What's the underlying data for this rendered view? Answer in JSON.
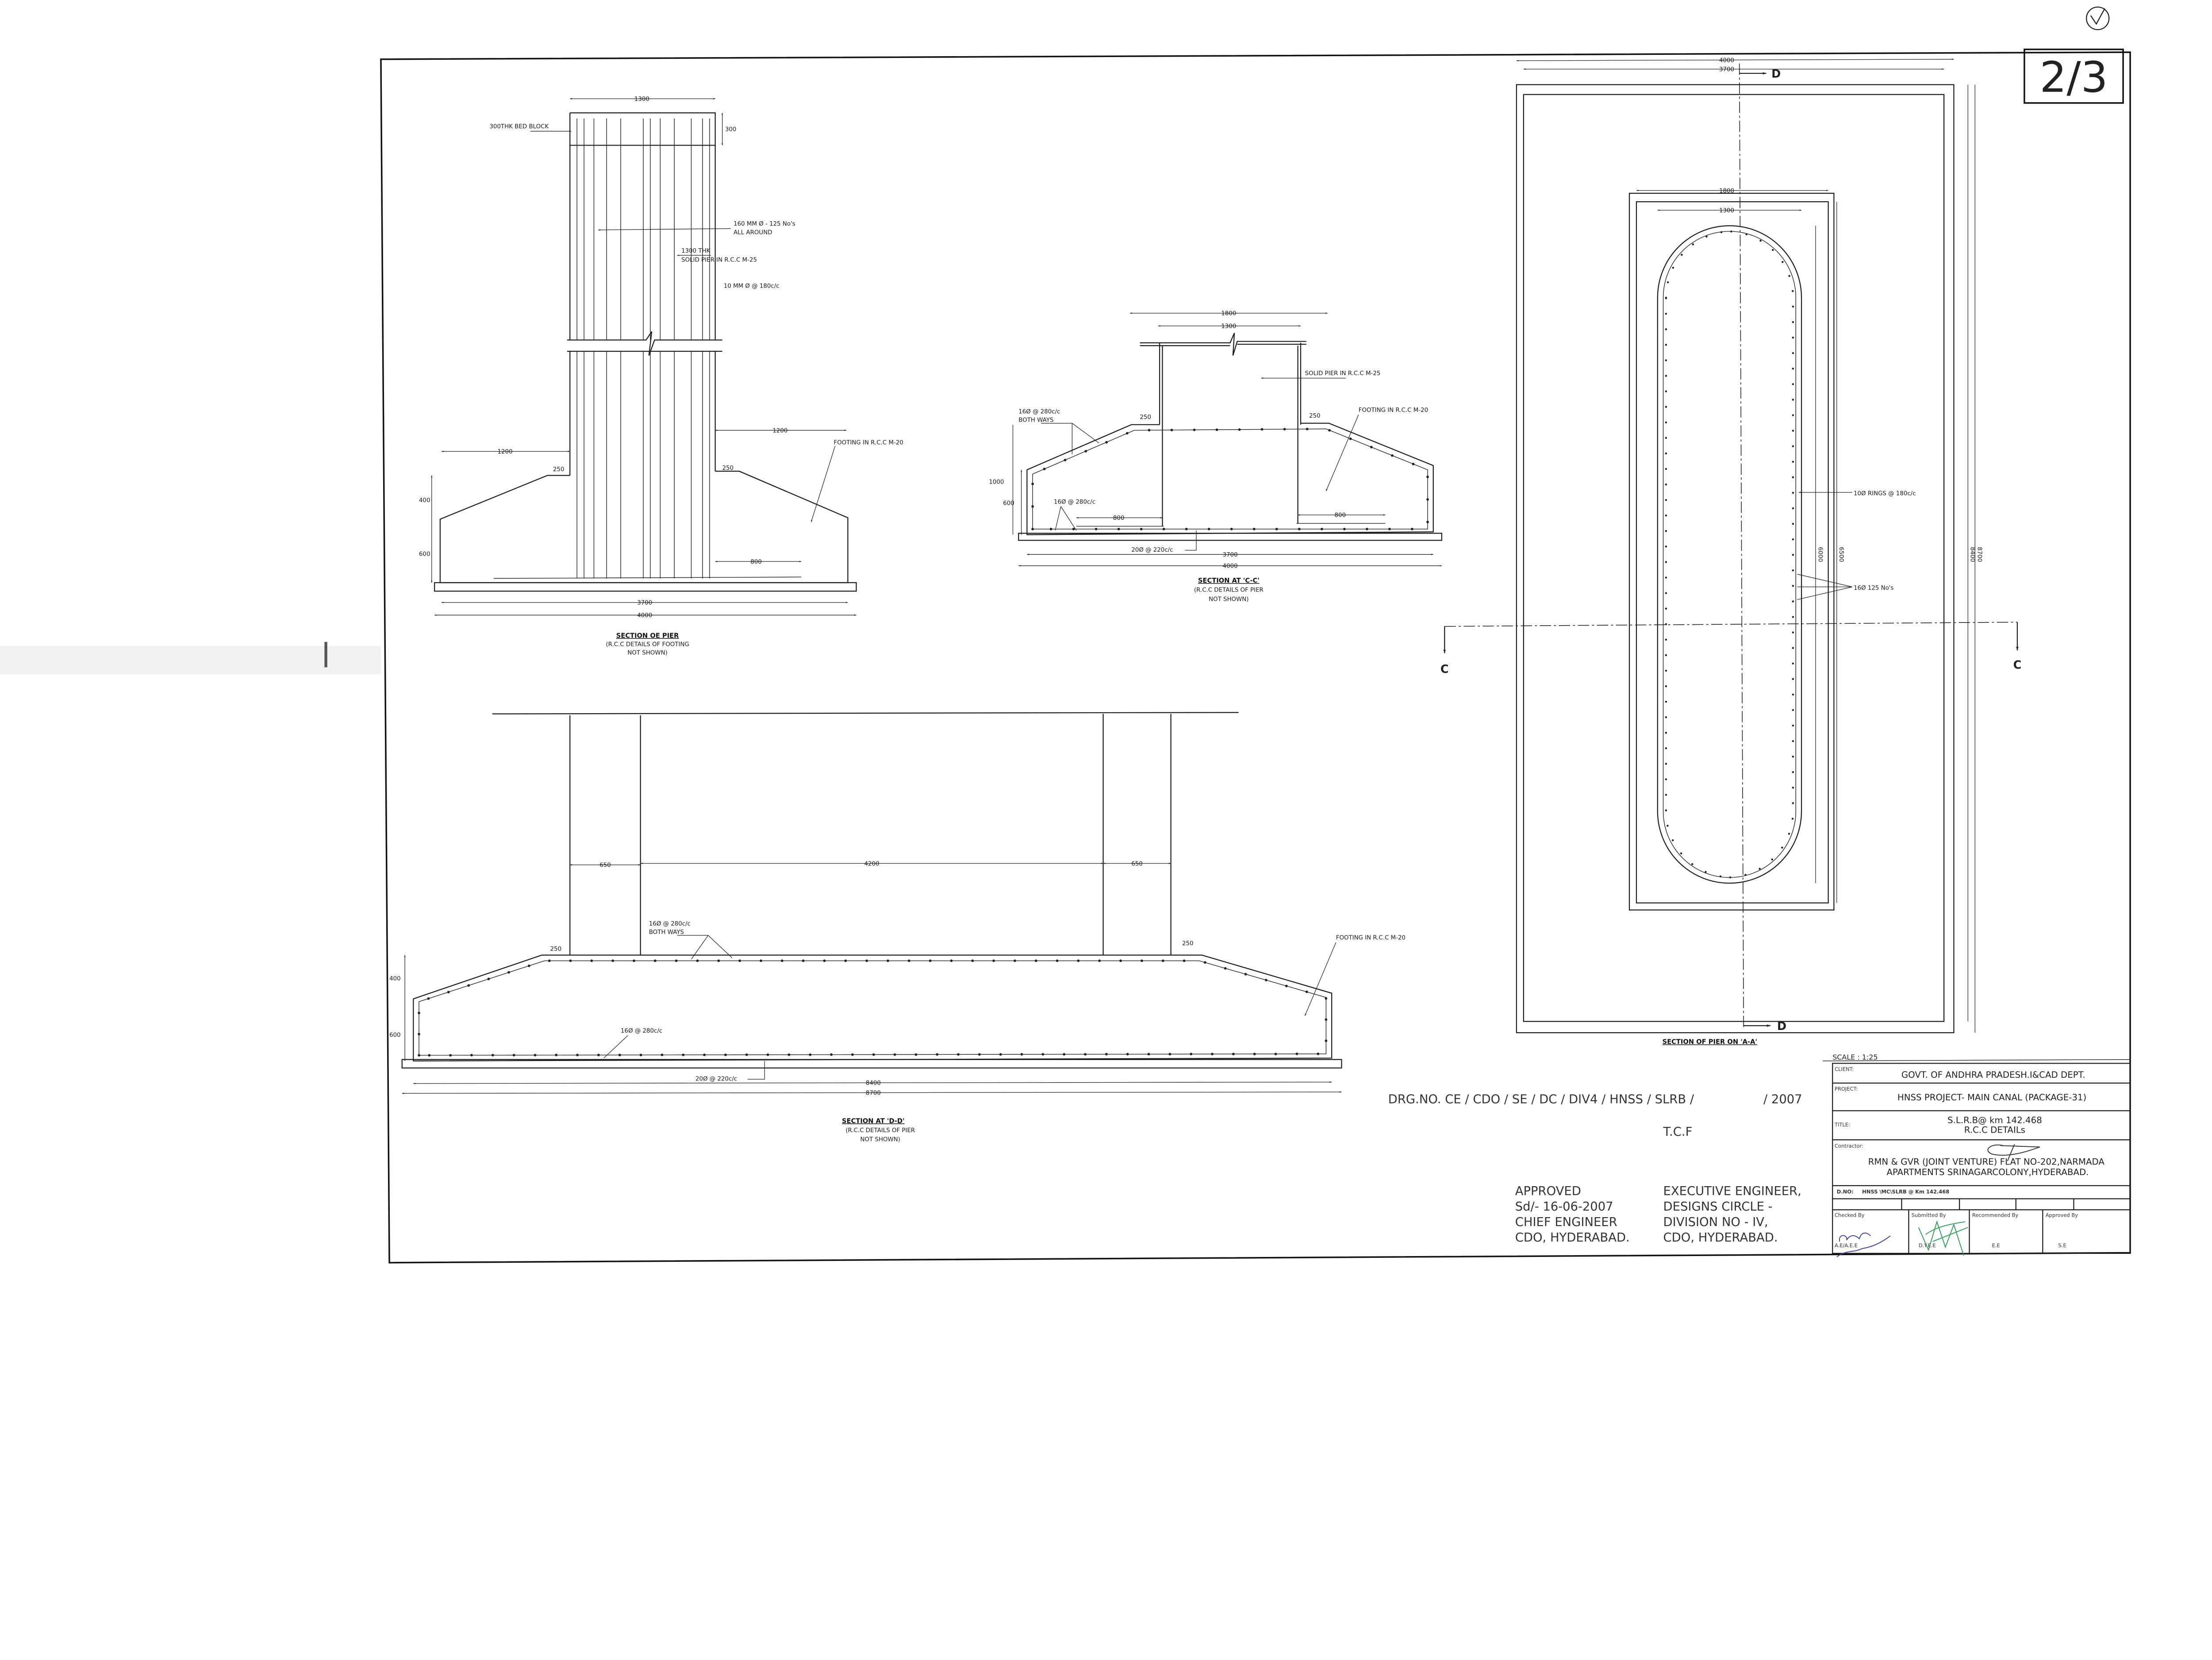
{
  "sheet": {
    "page_number": "2/3"
  },
  "pier_section": {
    "title": "SECTION OE PIER",
    "note_line1": "(R.C.C DETAILS OF FOOTING",
    "note_line2": "NOT SHOWN)",
    "labels": {
      "bed_block": "300THK BED BLOCK",
      "main_bars_1": "160 MM Ø - 125 No's",
      "main_bars_2": "ALL AROUND",
      "pier_1": "1300 THK",
      "pier_2": "SOLID PIER IN R.C.C M-25",
      "ties": "10 MM Ø @ 180c/c",
      "footing": "FOOTING IN R.C.C M-20"
    },
    "dims": {
      "top": "1300",
      "bed": "300",
      "left_proj": "1200",
      "right_proj": "1200",
      "left_off": "250",
      "right_off": "250",
      "h_upper": "400",
      "h_lower": "600",
      "bar_len": "800",
      "inner": "3700",
      "outer": "4000"
    }
  },
  "section_cc": {
    "title": "SECTION AT 'C-C'",
    "note_line1": "(R.C.C DETAILS OF PIER",
    "note_line2": "NOT SHOWN)",
    "labels": {
      "pier": "SOLID PIER IN R.C.C M-25",
      "top_bars_1": "16Ø @ 280c/c",
      "top_bars_2": "BOTH WAYS",
      "footing": "FOOTING IN R.C.C M-20",
      "bottom_bars": "16Ø @ 280c/c",
      "base_bars": "20Ø @ 220c/c"
    },
    "dims": {
      "outer_top": "1800",
      "pier": "1300",
      "left_off": "250",
      "right_off": "250",
      "h_total": "1000",
      "h_lower": "600",
      "left_bar": "800",
      "right_bar": "800",
      "inner": "3700",
      "outer": "4000"
    }
  },
  "section_dd": {
    "title": "SECTION AT 'D-D'",
    "note_line1": "(R.C.C DETAILS OF PIER",
    "note_line2": "NOT SHOWN)",
    "labels": {
      "top_bars_1": "16Ø @ 280c/c",
      "top_bars_2": "BOTH WAYS",
      "footing": "FOOTING IN R.C.C M-20",
      "bottom_bars": "16Ø @ 280c/c",
      "base_bars": "20Ø @ 220c/c"
    },
    "dims": {
      "left_end": "650",
      "middle": "4200",
      "right_end": "650",
      "left_off": "250",
      "right_off": "250",
      "h_upper": "400",
      "h_lower": "600",
      "inner": "8400",
      "outer": "8700"
    }
  },
  "plan": {
    "title": "SECTION OF PIER ON 'A-A'",
    "cut_d": "D",
    "cut_c": "C",
    "labels": {
      "rings": "10Ø RINGS @ 180c/c",
      "bars": "16Ø 125 No's"
    },
    "dims": {
      "outer_w": "4000",
      "inner_w": "3700",
      "mid_w": "1800",
      "pier_w": "1300",
      "pier_l": "6000",
      "mid_l": "6500",
      "inner_l": "8400",
      "outer_l": "8700"
    }
  },
  "drawing_number": {
    "text": "DRG.NO. CE / CDO / SE / DC / DIV4 / HNSS / SLRB /",
    "year": "/ 2007",
    "tcf": "T.C.F"
  },
  "approval": {
    "left": [
      "APPROVED",
      "Sd/- 16-06-2007",
      "CHIEF ENGINEER",
      "CDO, HYDERABAD."
    ],
    "right": [
      "EXECUTIVE ENGINEER,",
      "DESIGNS CIRCLE -",
      "DIVISION NO - IV,",
      "CDO, HYDERABAD."
    ]
  },
  "title_block": {
    "scale": "SCALE : 1:25",
    "client_label": "CLIENT:",
    "client": "GOVT. OF ANDHRA PRADESH.I&CAD DEPT.",
    "project_label": "PROJECT:",
    "project": "HNSS PROJECT- MAIN CANAL (PACKAGE-31)",
    "title_label": "TITLE:",
    "title_line1": "S.L.R.B@ km 142.468",
    "title_line2": "R.C.C DETAILs",
    "contractor_label": "Contractor:",
    "contractor_line1": "RMN & GVR (JOINT VENTURE) FLAT NO-202,NARMADA",
    "contractor_line2": "APARTMENTS SRINAGARCOLONY,HYDERABAD.",
    "dno_label": "D.NO:",
    "dno": "HNSS \\MC\\SLRB @ Km 142.468",
    "signoff": [
      {
        "label": "Checked By",
        "role": "A.E/A.E.E"
      },
      {
        "label": "Submitted By",
        "role": "D.Y.E.E"
      },
      {
        "label": "Recommended By",
        "role": "E.E"
      },
      {
        "label": "Approved By",
        "role": "S.E"
      }
    ]
  },
  "colors": {
    "ink": "#1a1a1a",
    "signature_blue": "#3a3f9a",
    "signature_green": "#2f9a5a"
  }
}
